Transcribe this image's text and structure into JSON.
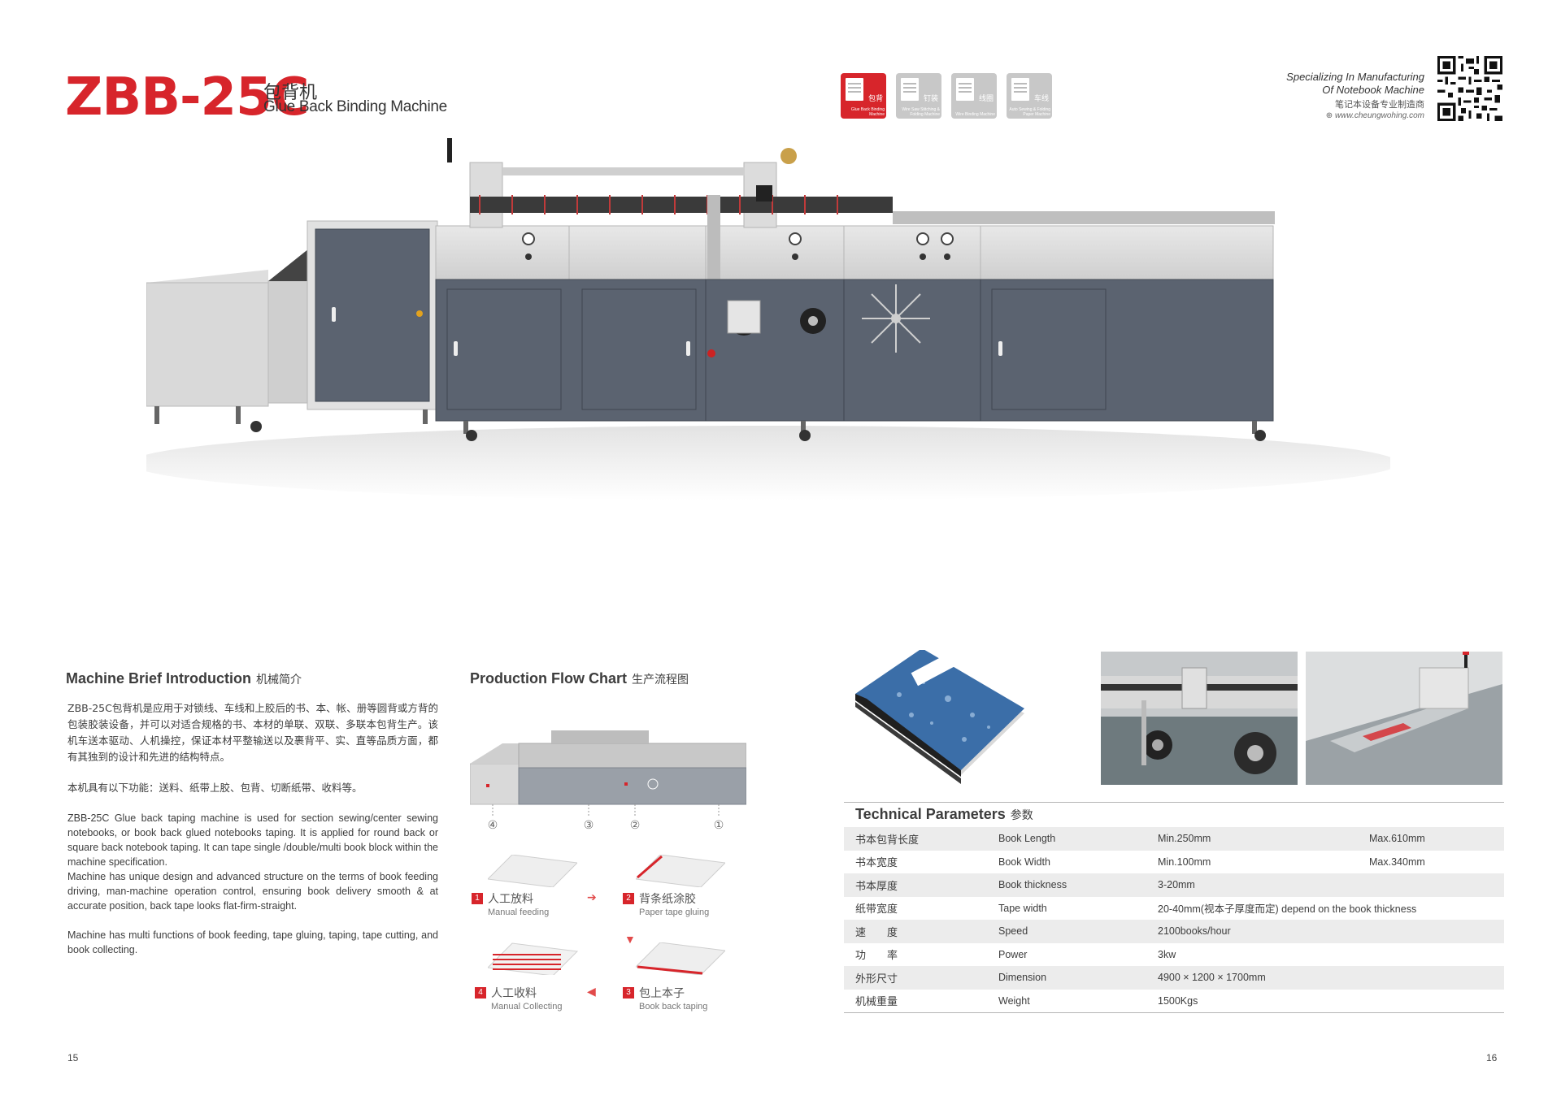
{
  "header": {
    "model": "ZBB-25C",
    "title_cn": "包背机",
    "title_en": "Glue Back Binding Machine"
  },
  "categories": [
    {
      "cn": "包背",
      "en": "Glue Back Binding Machine",
      "active": true
    },
    {
      "cn": "钉装",
      "en": "Wire Saw Stitching & Folding Machine",
      "active": false
    },
    {
      "cn": "线圈",
      "en": "Wire Binding Machine",
      "active": false
    },
    {
      "cn": "车线",
      "en": "Auto Sewing & Folding Paper Machine",
      "active": false
    }
  ],
  "brand": {
    "line1": "Specializing In Manufacturing",
    "line2": "Of Notebook Machine",
    "cn": "笔记本设备专业制造商",
    "website": "www.cheungwohing.com"
  },
  "intro": {
    "title": "Machine Brief Introduction",
    "title_cn": "机械简介",
    "p1_cn": "ZBB-25C包背机是应用于对锁线、车线和上胶后的书、本、帐、册等圆背或方背的包装胶装设备，并可以对适合规格的书、本材的单联、双联、多联本包背生产。该机车送本驱动、人机操控，保证本材平整输送以及裹背平、实、直等品质方面，都有其独到的设计和先进的结构特点。",
    "p2_cn": "本机具有以下功能：送料、纸带上胶、包背、切断纸带、收料等。",
    "p3_en": "ZBB-25C Glue back taping machine is used for section sewing/center sewing notebooks, or book back glued notebooks taping. It is applied for round back or square back notebook taping. It can tape single /double/multi book block within the machine specification.",
    "p4_en": "Machine has unique design and advanced structure on the terms of book feeding driving, man-machine operation control, ensuring book delivery smooth & at accurate position, back tape looks flat-firm-straight.",
    "p5_en": "Machine has multi functions of book feeding, tape gluing, taping, tape cutting, and book collecting."
  },
  "flow": {
    "title": "Production Flow Chart",
    "title_cn": "生产流程图",
    "markers": [
      "④",
      "③",
      "②",
      "①"
    ],
    "steps": [
      {
        "num": "1",
        "cn": "人工放料",
        "en": "Manual feeding"
      },
      {
        "num": "2",
        "cn": "背条纸涂胶",
        "en": "Paper tape gluing"
      },
      {
        "num": "3",
        "cn": "包上本子",
        "en": "Book back taping"
      },
      {
        "num": "4",
        "cn": "人工收料",
        "en": "Manual Collecting"
      }
    ]
  },
  "tech": {
    "title": "Technical Parameters",
    "title_cn": "参数",
    "rows": [
      {
        "cn": "书本包背长度",
        "en": "Book Length",
        "v1": "Min.250mm",
        "v2": "Max.610mm"
      },
      {
        "cn": "书本宽度",
        "en": "Book Width",
        "v1": "Min.100mm",
        "v2": "Max.340mm"
      },
      {
        "cn": "书本厚度",
        "en": "Book thickness",
        "v1": "3-20mm",
        "v2": ""
      },
      {
        "cn": "纸带宽度",
        "en": "Tape width",
        "v1": "20-40mm(视本子厚度而定) depend on the book thickness",
        "v2": ""
      },
      {
        "cn": "速　　度",
        "en": "Speed",
        "v1": "2100books/hour",
        "v2": ""
      },
      {
        "cn": "功　　率",
        "en": "Power",
        "v1": "3kw",
        "v2": ""
      },
      {
        "cn": "外形尺寸",
        "en": "Dimension",
        "v1": "4900 × 1200 × 1700mm",
        "v2": ""
      },
      {
        "cn": "机械重量",
        "en": "Weight",
        "v1": "1500Kgs",
        "v2": ""
      }
    ]
  },
  "pages": {
    "left": "15",
    "right": "16"
  },
  "colors": {
    "brand_red": "#d7252b",
    "machine_gray": "#5b6370",
    "panel_light": "#dcdcdc"
  }
}
